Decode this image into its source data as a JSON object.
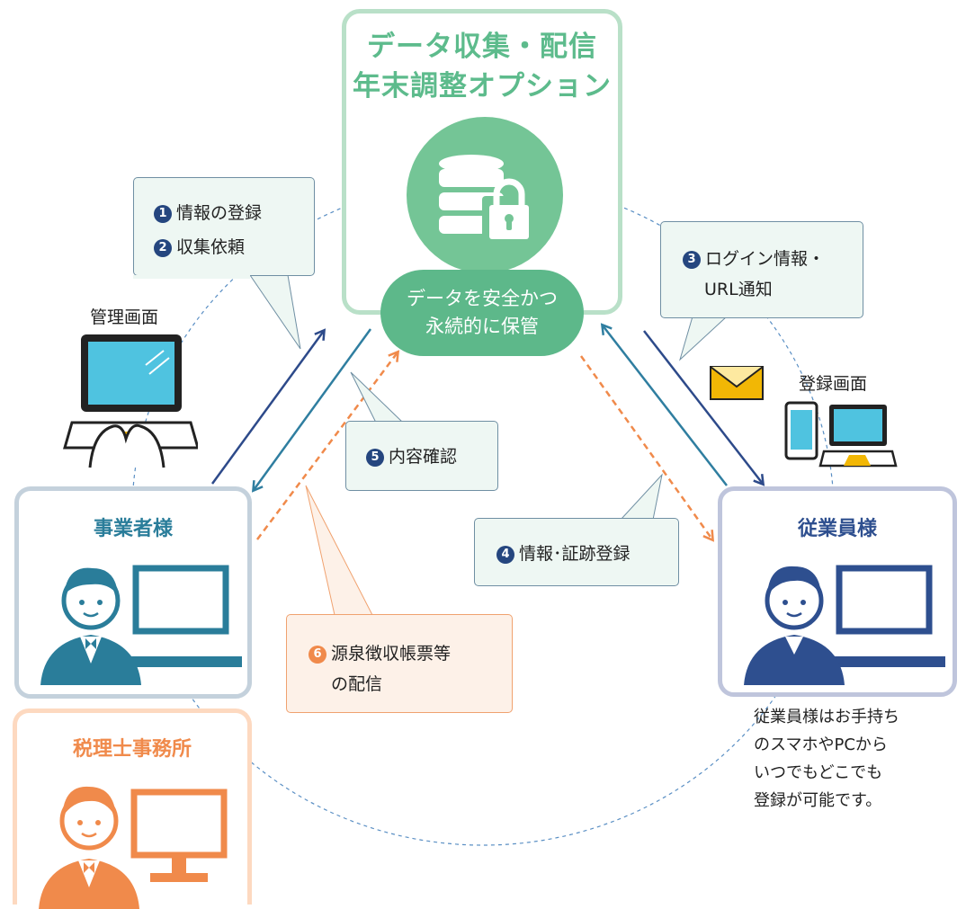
{
  "center": {
    "title_line1": "データ収集・配信",
    "title_line2": "年末調整オプション",
    "storage_line1": "データを安全かつ",
    "storage_line2": "永続的に保管"
  },
  "steps": [
    {
      "num": "1",
      "label": "情報の登録"
    },
    {
      "num": "2",
      "label": "収集依頼"
    },
    {
      "num": "3",
      "label_line1": "ログイン情報・",
      "label_line2": "URL通知"
    },
    {
      "num": "4",
      "label": "情報･証跡登録"
    },
    {
      "num": "5",
      "label": "内容確認"
    },
    {
      "num": "6",
      "label_line1": "源泉徴収帳票等",
      "label_line2": "の配信"
    }
  ],
  "screens": {
    "admin": "管理画面",
    "registration": "登録画面"
  },
  "actors": {
    "business": "事業者様",
    "employee": "従業員様",
    "tax_office": "税理士事務所"
  },
  "employee_note": [
    "従業員様はお手持ち",
    "のスマホやPCから",
    "いつでもどこでも",
    "登録が可能です。"
  ],
  "colors": {
    "green_border": "#b9e0c8",
    "green_title": "#5dbb8c",
    "green_fill": "#74c596",
    "business_blue": "#2a7d9a",
    "employee_navy": "#2e4f8f",
    "tax_orange": "#f08a4b",
    "arrow_navy": "#2d4a8a",
    "arrow_teal": "#2f7ea0"
  }
}
